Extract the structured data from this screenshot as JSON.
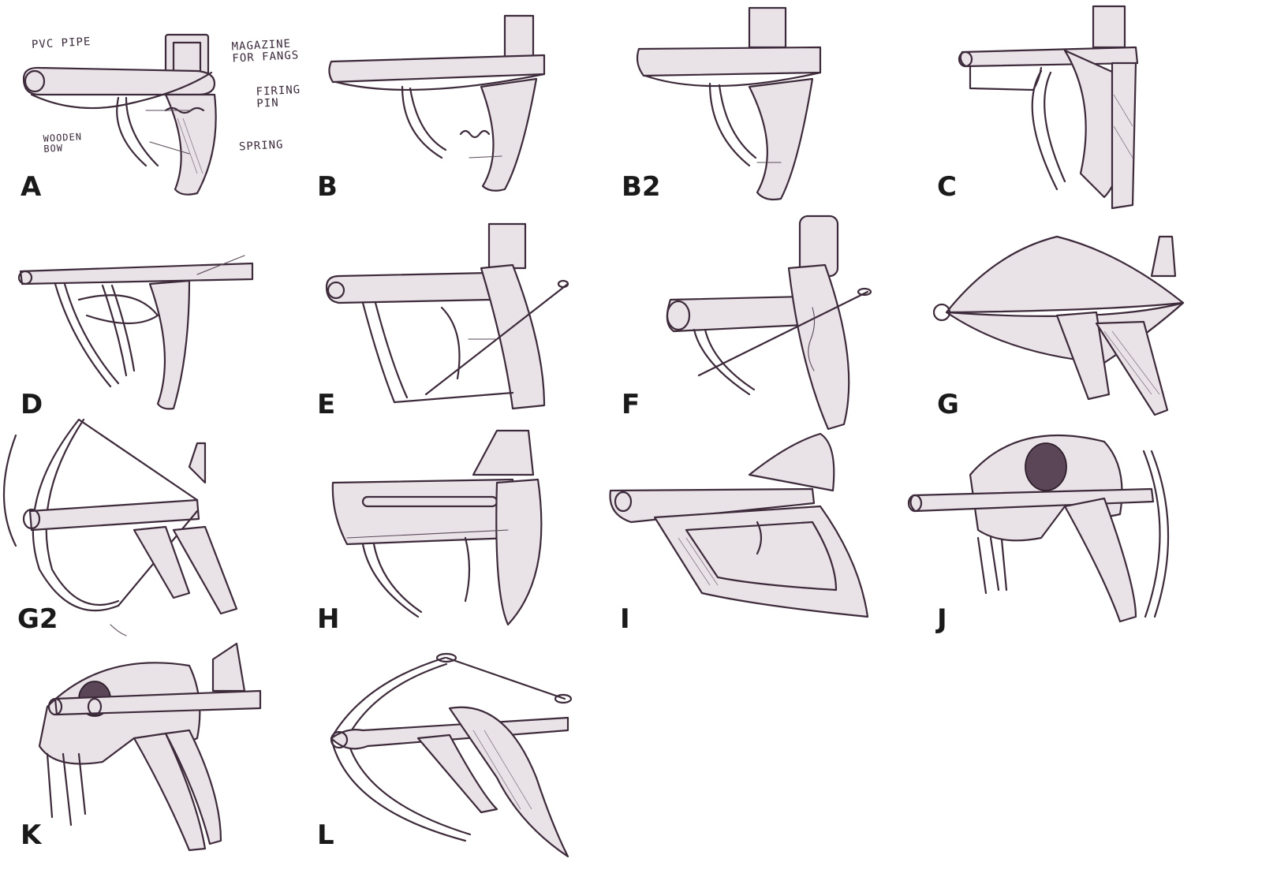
{
  "sketches": [
    {
      "label": "A"
    },
    {
      "label": "B"
    },
    {
      "label": "B2"
    },
    {
      "label": "C"
    },
    {
      "label": "D"
    },
    {
      "label": "E"
    },
    {
      "label": "F"
    },
    {
      "label": "G"
    },
    {
      "label": "G2"
    },
    {
      "label": "H"
    },
    {
      "label": "I"
    },
    {
      "label": "J"
    },
    {
      "label": "K"
    },
    {
      "label": "L"
    }
  ],
  "annotations": {
    "pvc_pipe": "PVC PIPE",
    "magazine": "MAGAZINE FOR FANGS",
    "firing_pin": "FIRING PIN",
    "wooden_bow": "WOODEN BOW",
    "spring": "SPRING"
  },
  "colors": {
    "ink": "#3d2a3a",
    "paper": "#ffffff",
    "label": "#1a1a1a"
  }
}
